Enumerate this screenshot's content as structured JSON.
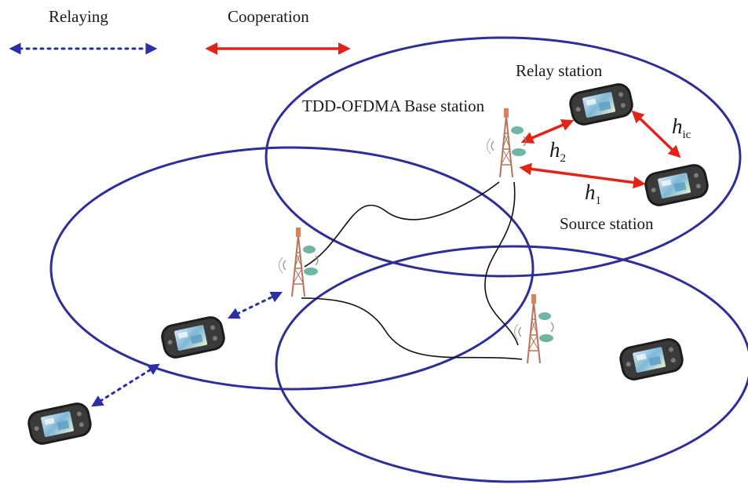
{
  "legend": {
    "relaying_label": "Relaying",
    "cooperation_label": "Cooperation"
  },
  "labels": {
    "base_station": "TDD-OFDMA Base station",
    "relay_station": "Relay station",
    "source_station": "Source station"
  },
  "channels": {
    "h2": {
      "base": "h",
      "sub": "2"
    },
    "h1": {
      "base": "h",
      "sub": "1"
    },
    "hic": {
      "base": "h",
      "sub": "ic"
    }
  },
  "colors": {
    "cell": "#2e2e9a",
    "cooperation": "#e2231a",
    "relaying": "#2b2fa6",
    "backhaul": "#111111"
  },
  "icons": [
    "base-station-tower-icon",
    "mobile-device-icon"
  ]
}
